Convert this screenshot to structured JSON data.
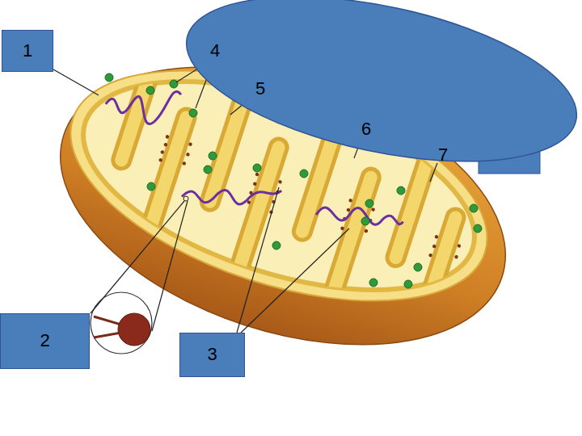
{
  "diagram": {
    "nodes": [
      {
        "text": [
          "1"
        ]
      },
      {
        "text": [
          "2"
        ]
      },
      {
        "text": [
          "3"
        ]
      }
    ],
    "labels": [
      "4",
      "5",
      "6",
      "7"
    ]
  }
}
